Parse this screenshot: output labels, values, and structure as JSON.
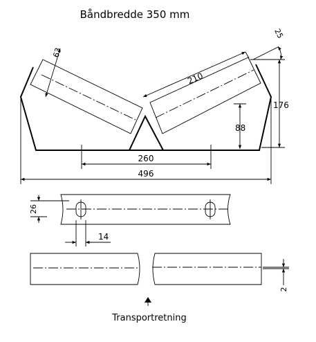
{
  "title": "Båndbredde 350 mm",
  "dimensions": {
    "roller_diameter": "63",
    "angle": "25",
    "roller_length": "210",
    "frame_height": "176",
    "roller_height": "88",
    "base_width": "260",
    "total_width": "496",
    "hole_offset": "26",
    "slot_width": "14",
    "offset": "2"
  },
  "direction_label": "Transportretning",
  "direction_icon": "arrow-up-icon"
}
